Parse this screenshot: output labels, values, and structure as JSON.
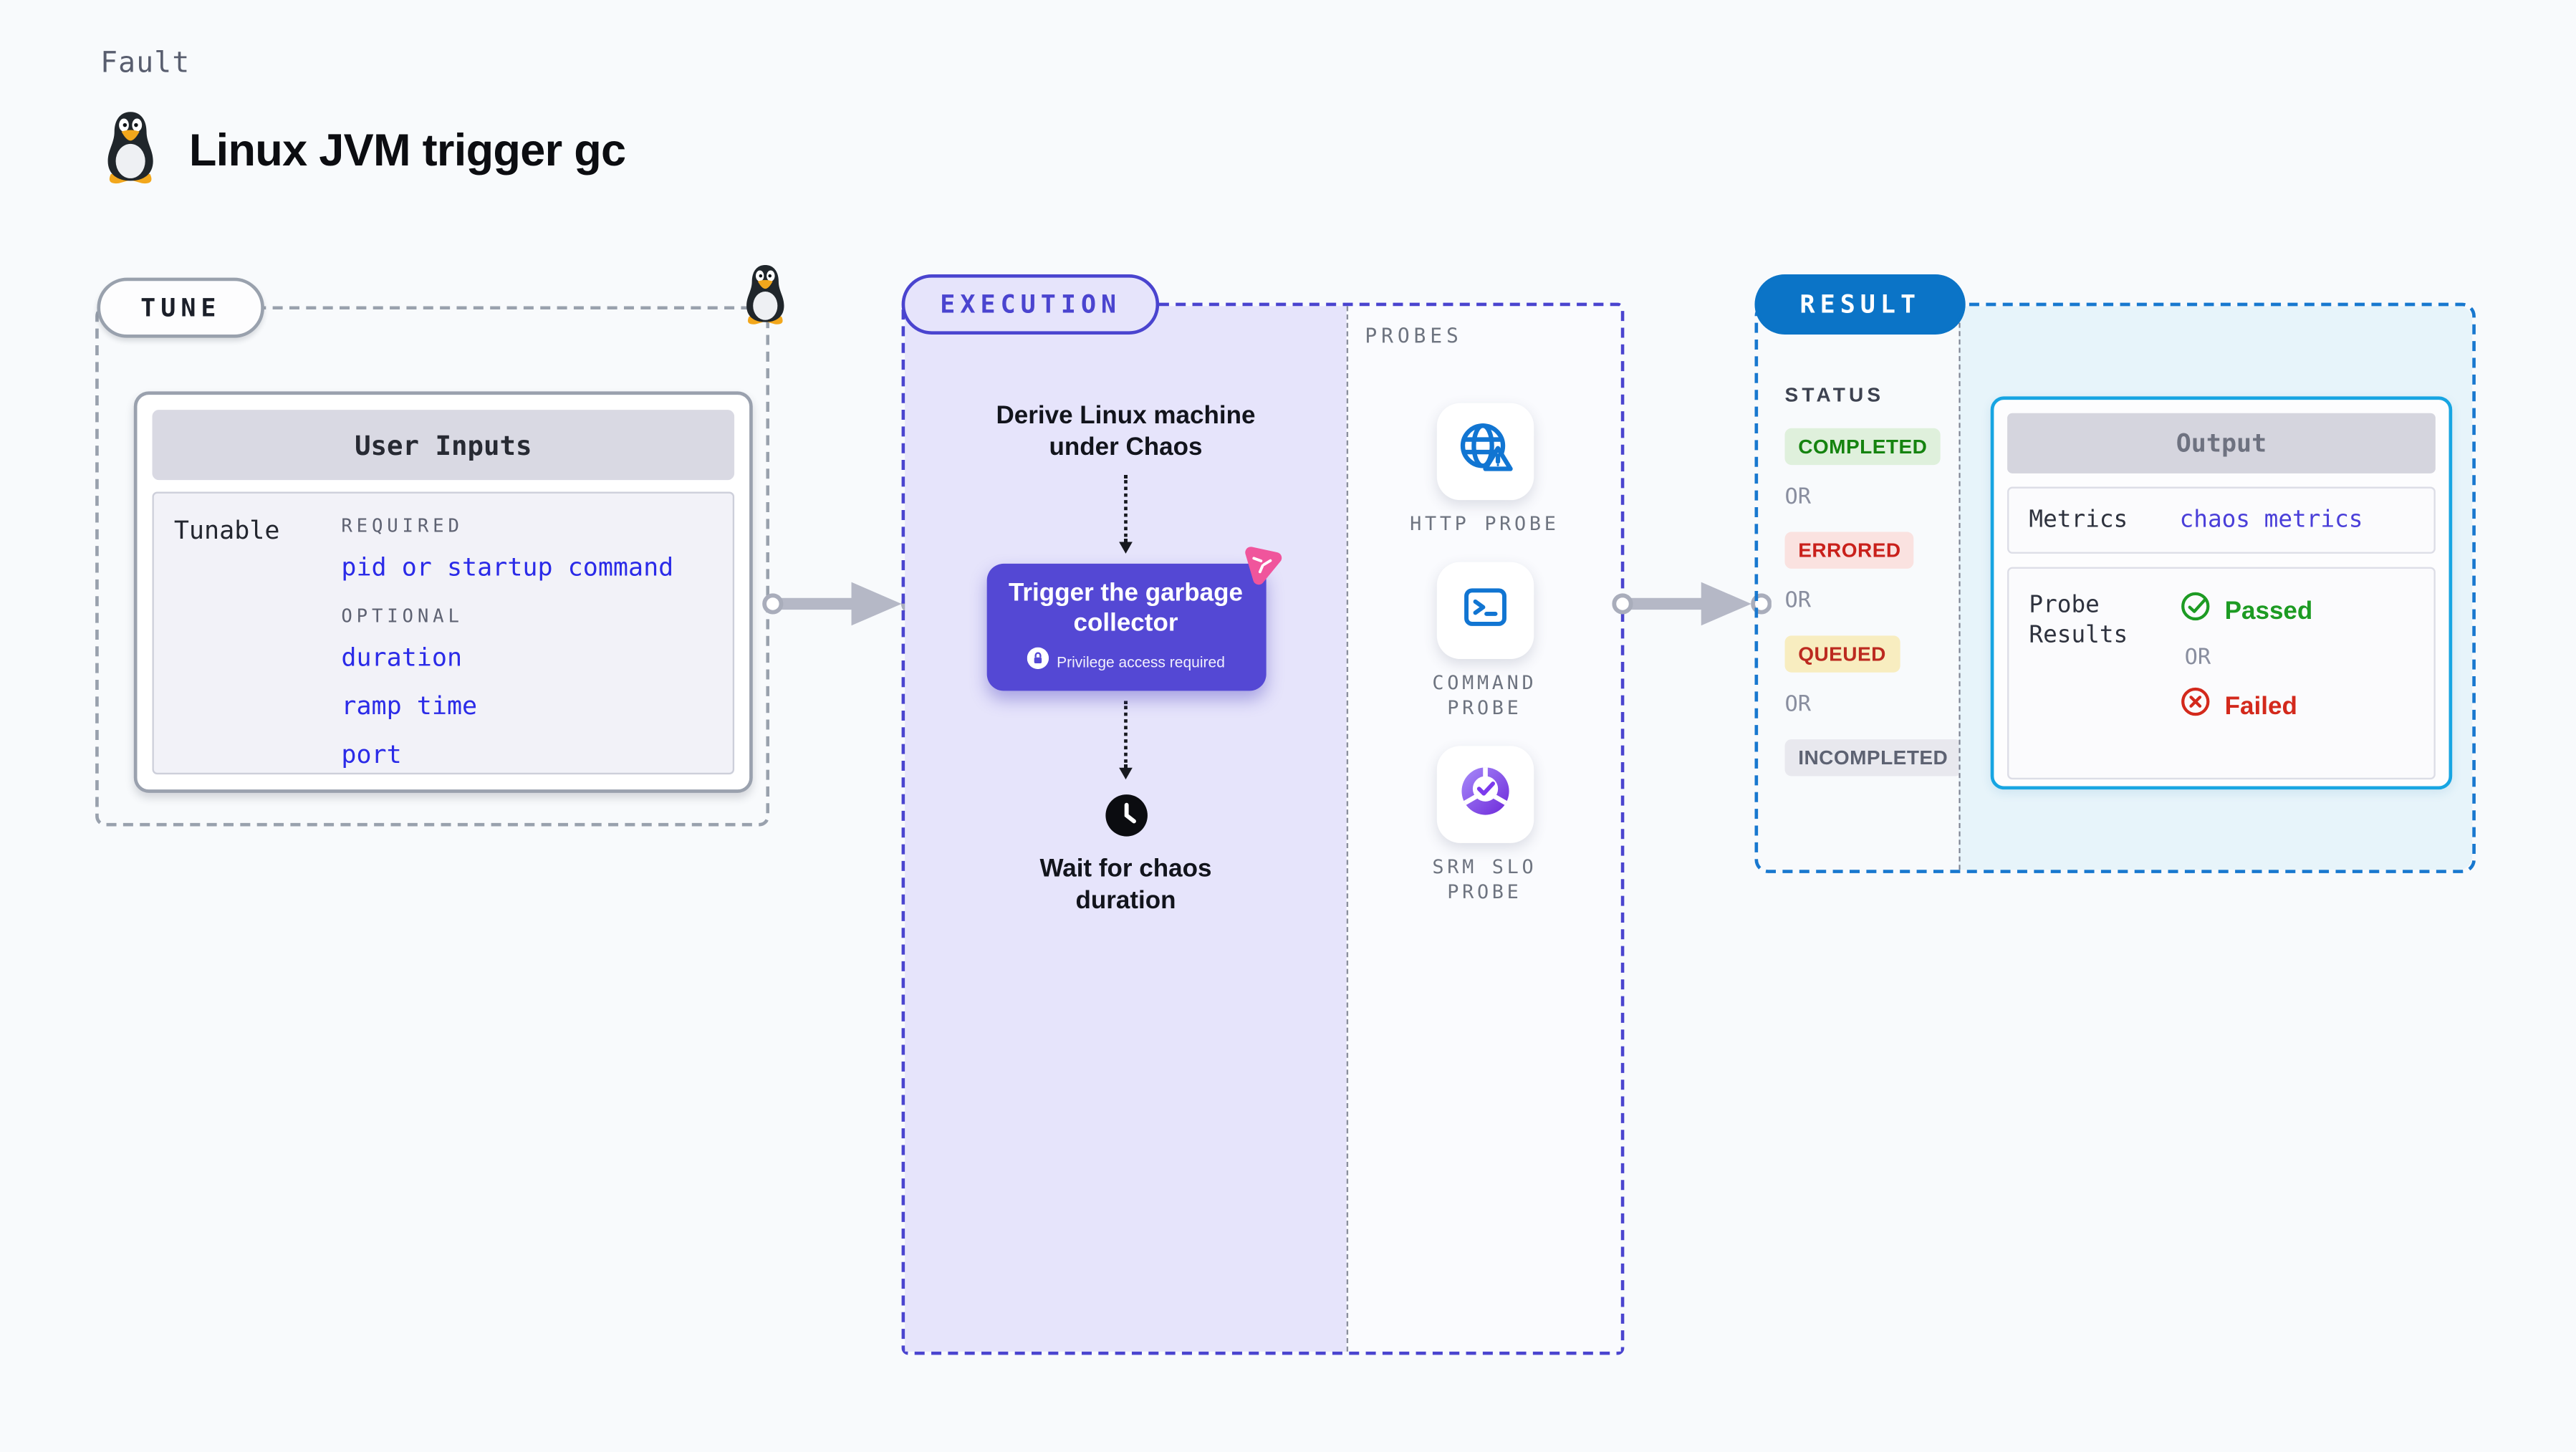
{
  "page": {
    "background_color": "#f8fafc"
  },
  "header": {
    "kicker": "Fault",
    "title": "Linux JVM trigger gc",
    "icon": "tux-penguin-icon"
  },
  "tune": {
    "badge_label": "TUNE",
    "card_title": "User Inputs",
    "row_label": "Tunable",
    "required_heading": "REQUIRED",
    "required_items": [
      "pid or startup command"
    ],
    "optional_heading": "OPTIONAL",
    "optional_items": [
      "duration",
      "ramp time",
      "port"
    ],
    "link_color": "#2b2be8"
  },
  "execution": {
    "badge_label": "EXECUTION",
    "accent_color": "#4a44cf",
    "button_color": "#5448d4",
    "derive_step": "Derive Linux machine under Chaos",
    "trigger_step": "Trigger the garbage collector",
    "privilege_note": "Privilege access required",
    "wait_step": "Wait for chaos duration"
  },
  "probes": {
    "panel_label": "PROBES",
    "icon_color": "#1175d2",
    "items": [
      {
        "label": "HTTP PROBE",
        "icon": "globe-alert-icon"
      },
      {
        "label": "COMMAND PROBE",
        "icon": "terminal-icon"
      },
      {
        "label": "SRM SLO PROBE",
        "icon": "slo-gauge-icon"
      }
    ]
  },
  "result": {
    "badge_label": "RESULT",
    "badge_color": "#0b74c7",
    "status_heading": "STATUS",
    "or_label": "OR",
    "statuses": [
      {
        "label": "COMPLETED",
        "text_color": "#15830f",
        "bg_color": "#dff0dc"
      },
      {
        "label": "ERRORED",
        "text_color": "#c9201b",
        "bg_color": "#fae2e0"
      },
      {
        "label": "QUEUED",
        "text_color": "#bc2a20",
        "bg_color": "#f8edc0"
      },
      {
        "label": "INCOMPLETED",
        "text_color": "#5d6272",
        "bg_color": "#e8e8ee"
      }
    ],
    "output": {
      "title": "Output",
      "metrics_label": "Metrics",
      "metrics_value": "chaos metrics",
      "metrics_value_color": "#4a3fd9",
      "probe_results_label": "Probe Results",
      "passed_label": "Passed",
      "passed_color": "#1d9b23",
      "or_label": "OR",
      "failed_label": "Failed",
      "failed_color": "#d3291c"
    }
  }
}
